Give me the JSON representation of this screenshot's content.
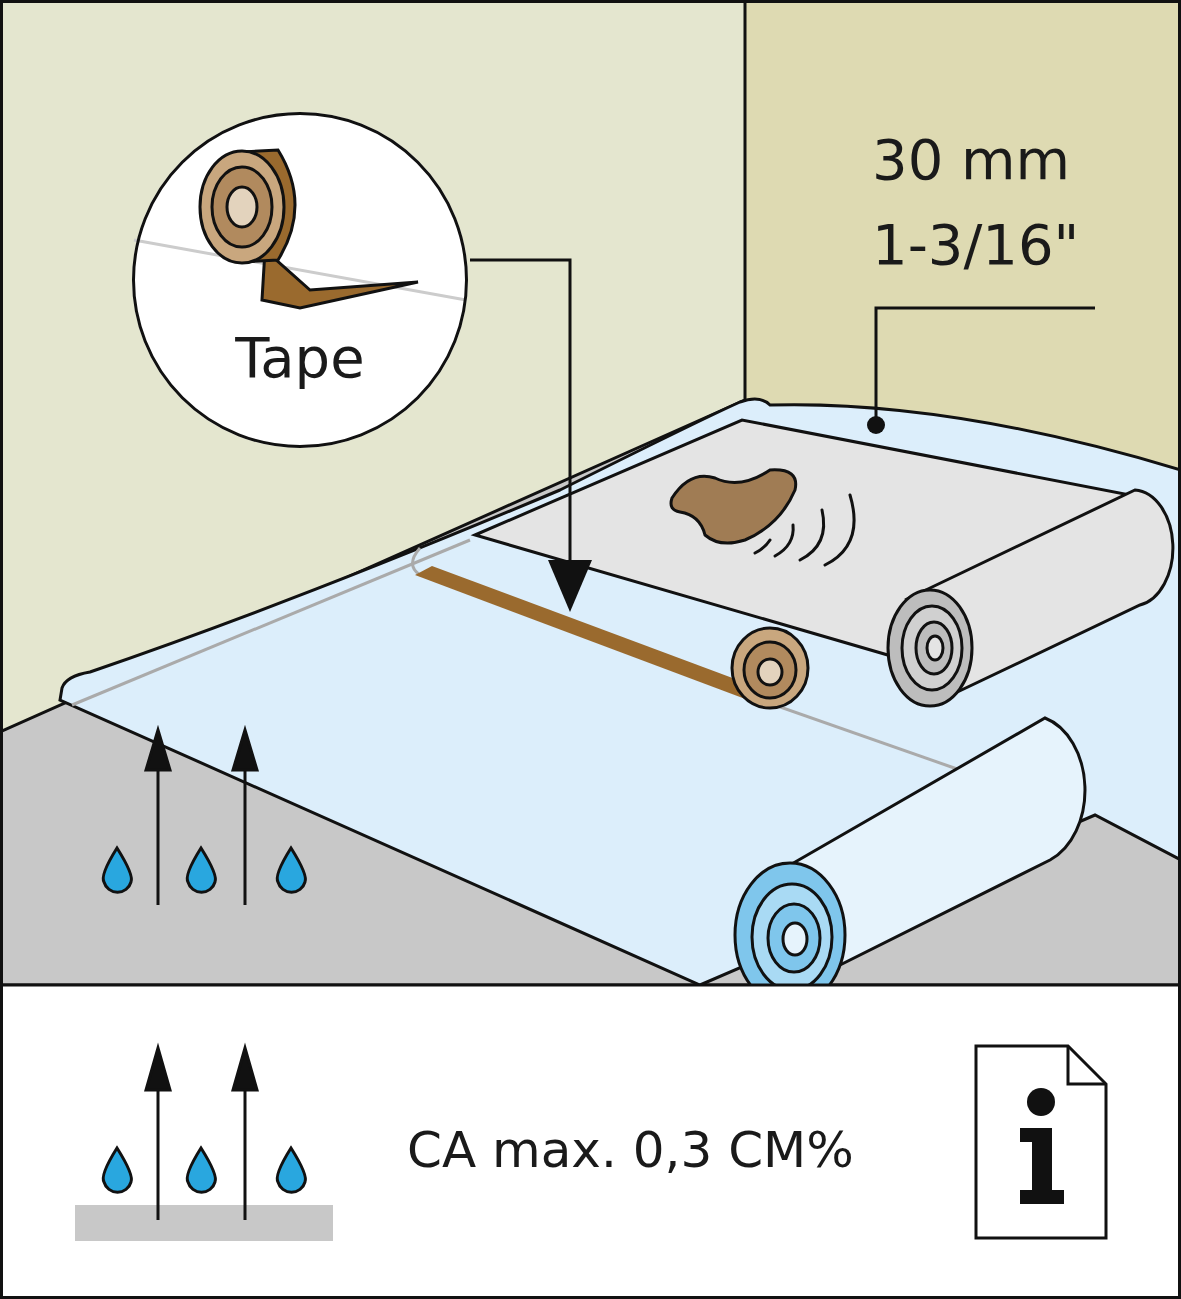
{
  "diagram": {
    "nodes": [
      {
        "text": [
          "Tape"
        ]
      }
    ],
    "labels": [
      "30 mm",
      "1-3/16\"",
      "CA max. 0,3 CM%"
    ]
  }
}
